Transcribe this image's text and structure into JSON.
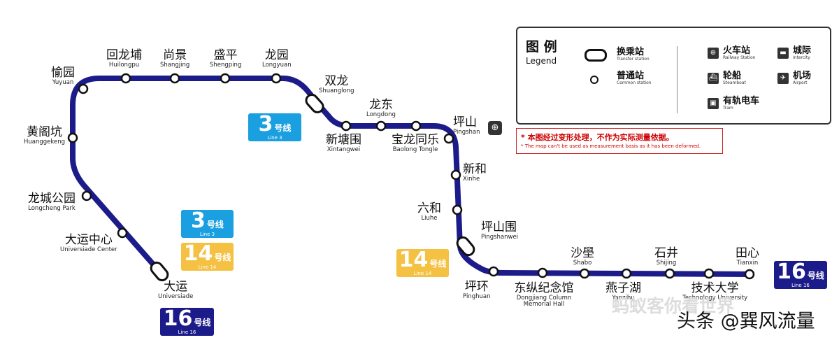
{
  "lines": [
    {
      "id": "line3",
      "name_zh": "3号线",
      "num": "3",
      "name_en": "Line 3",
      "color": "#1a9fe0"
    },
    {
      "id": "line14",
      "name_zh": "14号线",
      "num": "14",
      "name_en": "Line 14",
      "color": "#f4c142"
    },
    {
      "id": "line16",
      "name_zh": "16号线",
      "num": "16",
      "name_en": "Line 16",
      "color": "#1c1b8a"
    }
  ],
  "stations": [
    {
      "zh": "大运",
      "en": "Universiade",
      "type": "transfer"
    },
    {
      "zh": "大运中心",
      "en": "Universiade Center",
      "type": "common"
    },
    {
      "zh": "龙城公园",
      "en": "Longcheng Park",
      "type": "common"
    },
    {
      "zh": "黄阁坑",
      "en": "Huanggekeng",
      "type": "common"
    },
    {
      "zh": "愉园",
      "en": "Yuyuan",
      "type": "common"
    },
    {
      "zh": "回龙埔",
      "en": "Huilongpu",
      "type": "common"
    },
    {
      "zh": "尚景",
      "en": "Shangjing",
      "type": "common"
    },
    {
      "zh": "盛平",
      "en": "Shengping",
      "type": "common"
    },
    {
      "zh": "龙园",
      "en": "Longyuan",
      "type": "common"
    },
    {
      "zh": "双龙",
      "en": "Shuanglong",
      "type": "transfer"
    },
    {
      "zh": "新塘围",
      "en": "Xintangwei",
      "type": "common"
    },
    {
      "zh": "龙东",
      "en": "Longdong",
      "type": "common"
    },
    {
      "zh": "宝龙同乐",
      "en": "Baolong Tongle",
      "type": "common"
    },
    {
      "zh": "坪山",
      "en": "Pingshan",
      "type": "common"
    },
    {
      "zh": "新和",
      "en": "Xinhe",
      "type": "common"
    },
    {
      "zh": "六和",
      "en": "Liuhe",
      "type": "common"
    },
    {
      "zh": "坪山围",
      "en": "Pingshanwei",
      "type": "transfer"
    },
    {
      "zh": "坪环",
      "en": "Pinghuan",
      "type": "common"
    },
    {
      "zh": "东纵纪念馆",
      "en": "Dongjiang Column Memorial Hall",
      "type": "common"
    },
    {
      "zh": "沙壆",
      "en": "Shabo",
      "type": "common"
    },
    {
      "zh": "燕子湖",
      "en": "Yanzihu",
      "type": "common"
    },
    {
      "zh": "石井",
      "en": "Shijing",
      "type": "common"
    },
    {
      "zh": "技术大学",
      "en": "Technology University",
      "type": "common"
    },
    {
      "zh": "田心",
      "en": "Tianxin",
      "type": "common"
    }
  ],
  "legend": {
    "title_zh": "图  例",
    "title_en": "Legend",
    "transfer_zh": "换乘站",
    "transfer_en": "Transfer station",
    "common_zh": "普通站",
    "common_en": "Common station",
    "railway_zh": "火车站",
    "railway_en": "Railway Station",
    "intercity_zh": "城际",
    "intercity_en": "Intercity",
    "ship_zh": "轮船",
    "ship_en": "Steamboat",
    "airport_zh": "机场",
    "airport_en": "Airport",
    "tram_zh": "有轨电车",
    "tram_en": "Tram"
  },
  "notice": {
    "zh": "* 本图经过变形处理，不作为实际测量依据。",
    "en": "* The map can't be used as measurement basis as it has been deformed."
  },
  "watermark": "蚂蚁客你看世界",
  "credit": "头条 @巽风流量",
  "colors": {
    "line16": "#1c1b8a",
    "line3": "#1a9fe0",
    "line14": "#f4c142",
    "notice": "#cc0000"
  }
}
